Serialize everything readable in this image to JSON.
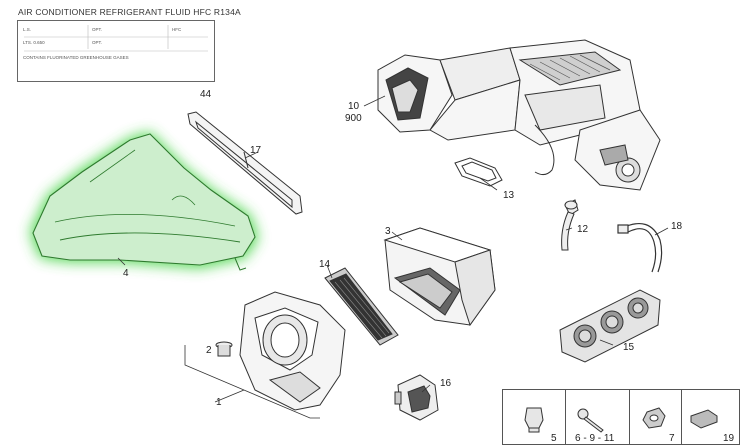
{
  "header": {
    "title": "AIR CONDITIONER REFRIGERANT FLUID HFC R134A"
  },
  "label_box": {
    "rows": [
      {
        "left": "L.S.",
        "mid": "OPT.",
        "right": "HFC"
      },
      {
        "left": "LTS. 0.650",
        "mid": "OPT.",
        "right": ""
      },
      {
        "left": "CONTAINS FLUORINATED GREENHOUSE GASES",
        "mid": "",
        "right": ""
      }
    ]
  },
  "callouts": {
    "c44": "44",
    "c17": "17",
    "c10": "10",
    "c900": "900",
    "c13": "13",
    "c12": "12",
    "c18": "18",
    "c4": "4",
    "c3": "3",
    "c14": "14",
    "c2": "2",
    "c1": "1",
    "c16": "16",
    "c15": "15"
  },
  "inset": {
    "items": [
      "5",
      "6 - 9 - 11",
      "7",
      "19"
    ]
  },
  "colors": {
    "highlight": "#3fd23f",
    "line": "#333333"
  }
}
